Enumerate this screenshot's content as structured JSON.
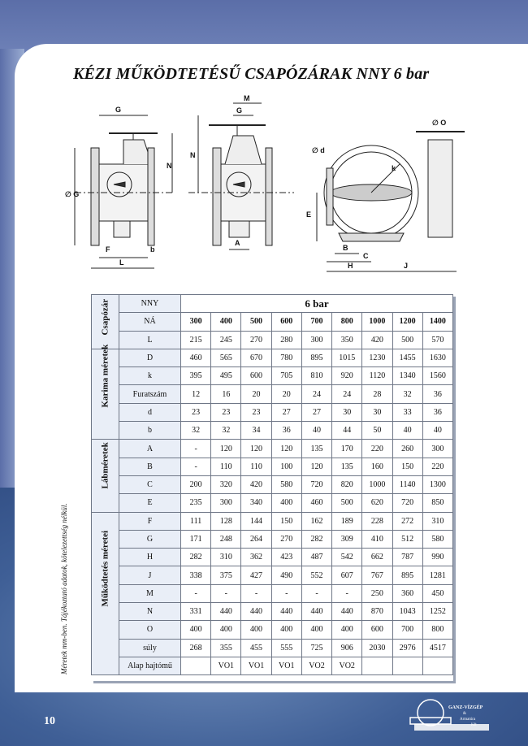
{
  "title": "KÉZI MŰKÖDTETÉSŰ CSAPÓZÁRAK   NNY 6 bar",
  "drawing_labels": {
    "G": "G",
    "M": "M",
    "N": "N",
    "dG": "∅ G",
    "F": "F",
    "b": "b",
    "L": "L",
    "A": "A",
    "dO": "∅ O",
    "dd": "∅ d",
    "k": "k",
    "E": "E",
    "B": "B",
    "C": "C",
    "H": "H",
    "J": "J"
  },
  "table": {
    "nny_label": "NNY",
    "pressure": "6 bar",
    "sections": [
      {
        "name": "Csapózár",
        "rows": [
          {
            "label": "NÁ",
            "values": [
              "300",
              "400",
              "500",
              "600",
              "700",
              "800",
              "1000",
              "1200",
              "1400"
            ]
          },
          {
            "label": "L",
            "values": [
              "215",
              "245",
              "270",
              "280",
              "300",
              "350",
              "420",
              "500",
              "570"
            ]
          }
        ]
      },
      {
        "name": "Karima méretek",
        "rows": [
          {
            "label": "D",
            "values": [
              "460",
              "565",
              "670",
              "780",
              "895",
              "1015",
              "1230",
              "1455",
              "1630"
            ]
          },
          {
            "label": "k",
            "values": [
              "395",
              "495",
              "600",
              "705",
              "810",
              "920",
              "1120",
              "1340",
              "1560"
            ]
          },
          {
            "label": "Furatszám",
            "values": [
              "12",
              "16",
              "20",
              "20",
              "24",
              "24",
              "28",
              "32",
              "36"
            ]
          },
          {
            "label": "d",
            "values": [
              "23",
              "23",
              "23",
              "27",
              "27",
              "30",
              "30",
              "33",
              "36"
            ]
          },
          {
            "label": "b",
            "values": [
              "32",
              "32",
              "34",
              "36",
              "40",
              "44",
              "50",
              "40",
              "40"
            ]
          }
        ]
      },
      {
        "name": "Lábméretek",
        "rows": [
          {
            "label": "A",
            "values": [
              "-",
              "120",
              "120",
              "120",
              "135",
              "170",
              "220",
              "260",
              "300"
            ]
          },
          {
            "label": "B",
            "values": [
              "-",
              "110",
              "110",
              "100",
              "120",
              "135",
              "160",
              "150",
              "220"
            ]
          },
          {
            "label": "C",
            "values": [
              "200",
              "320",
              "420",
              "580",
              "720",
              "820",
              "1000",
              "1140",
              "1300"
            ]
          },
          {
            "label": "E",
            "values": [
              "235",
              "300",
              "340",
              "400",
              "460",
              "500",
              "620",
              "720",
              "850"
            ]
          }
        ]
      },
      {
        "name": "Működtetés méretei",
        "rows": [
          {
            "label": "F",
            "values": [
              "111",
              "128",
              "144",
              "150",
              "162",
              "189",
              "228",
              "272",
              "310"
            ]
          },
          {
            "label": "G",
            "values": [
              "171",
              "248",
              "264",
              "270",
              "282",
              "309",
              "410",
              "512",
              "580"
            ]
          },
          {
            "label": "H",
            "values": [
              "282",
              "310",
              "362",
              "423",
              "487",
              "542",
              "662",
              "787",
              "990"
            ]
          },
          {
            "label": "J",
            "values": [
              "338",
              "375",
              "427",
              "490",
              "552",
              "607",
              "767",
              "895",
              "1281"
            ]
          },
          {
            "label": "M",
            "values": [
              "-",
              "-",
              "-",
              "-",
              "-",
              "-",
              "250",
              "360",
              "450"
            ]
          },
          {
            "label": "N",
            "values": [
              "331",
              "440",
              "440",
              "440",
              "440",
              "440",
              "870",
              "1043",
              "1252"
            ]
          },
          {
            "label": "O",
            "values": [
              "400",
              "400",
              "400",
              "400",
              "400",
              "400",
              "600",
              "700",
              "800"
            ]
          },
          {
            "label": "súly",
            "values": [
              "268",
              "355",
              "455",
              "555",
              "725",
              "906",
              "2030",
              "2976",
              "4517"
            ]
          },
          {
            "label": "Alap hajtómű",
            "values": [
              "",
              "VO1",
              "VO1",
              "VO1",
              "VO2",
              "VO2",
              "",
              "",
              ""
            ]
          }
        ]
      }
    ]
  },
  "side_note": "Méretek mm-ben. Tájékoztató adatok, kötelezettség nélkül.",
  "page_number": "10",
  "logo": {
    "line1": "GANZ-VÍZGÉP",
    "line2": "&",
    "line3": "Armatúra",
    "line4": "Kft"
  }
}
